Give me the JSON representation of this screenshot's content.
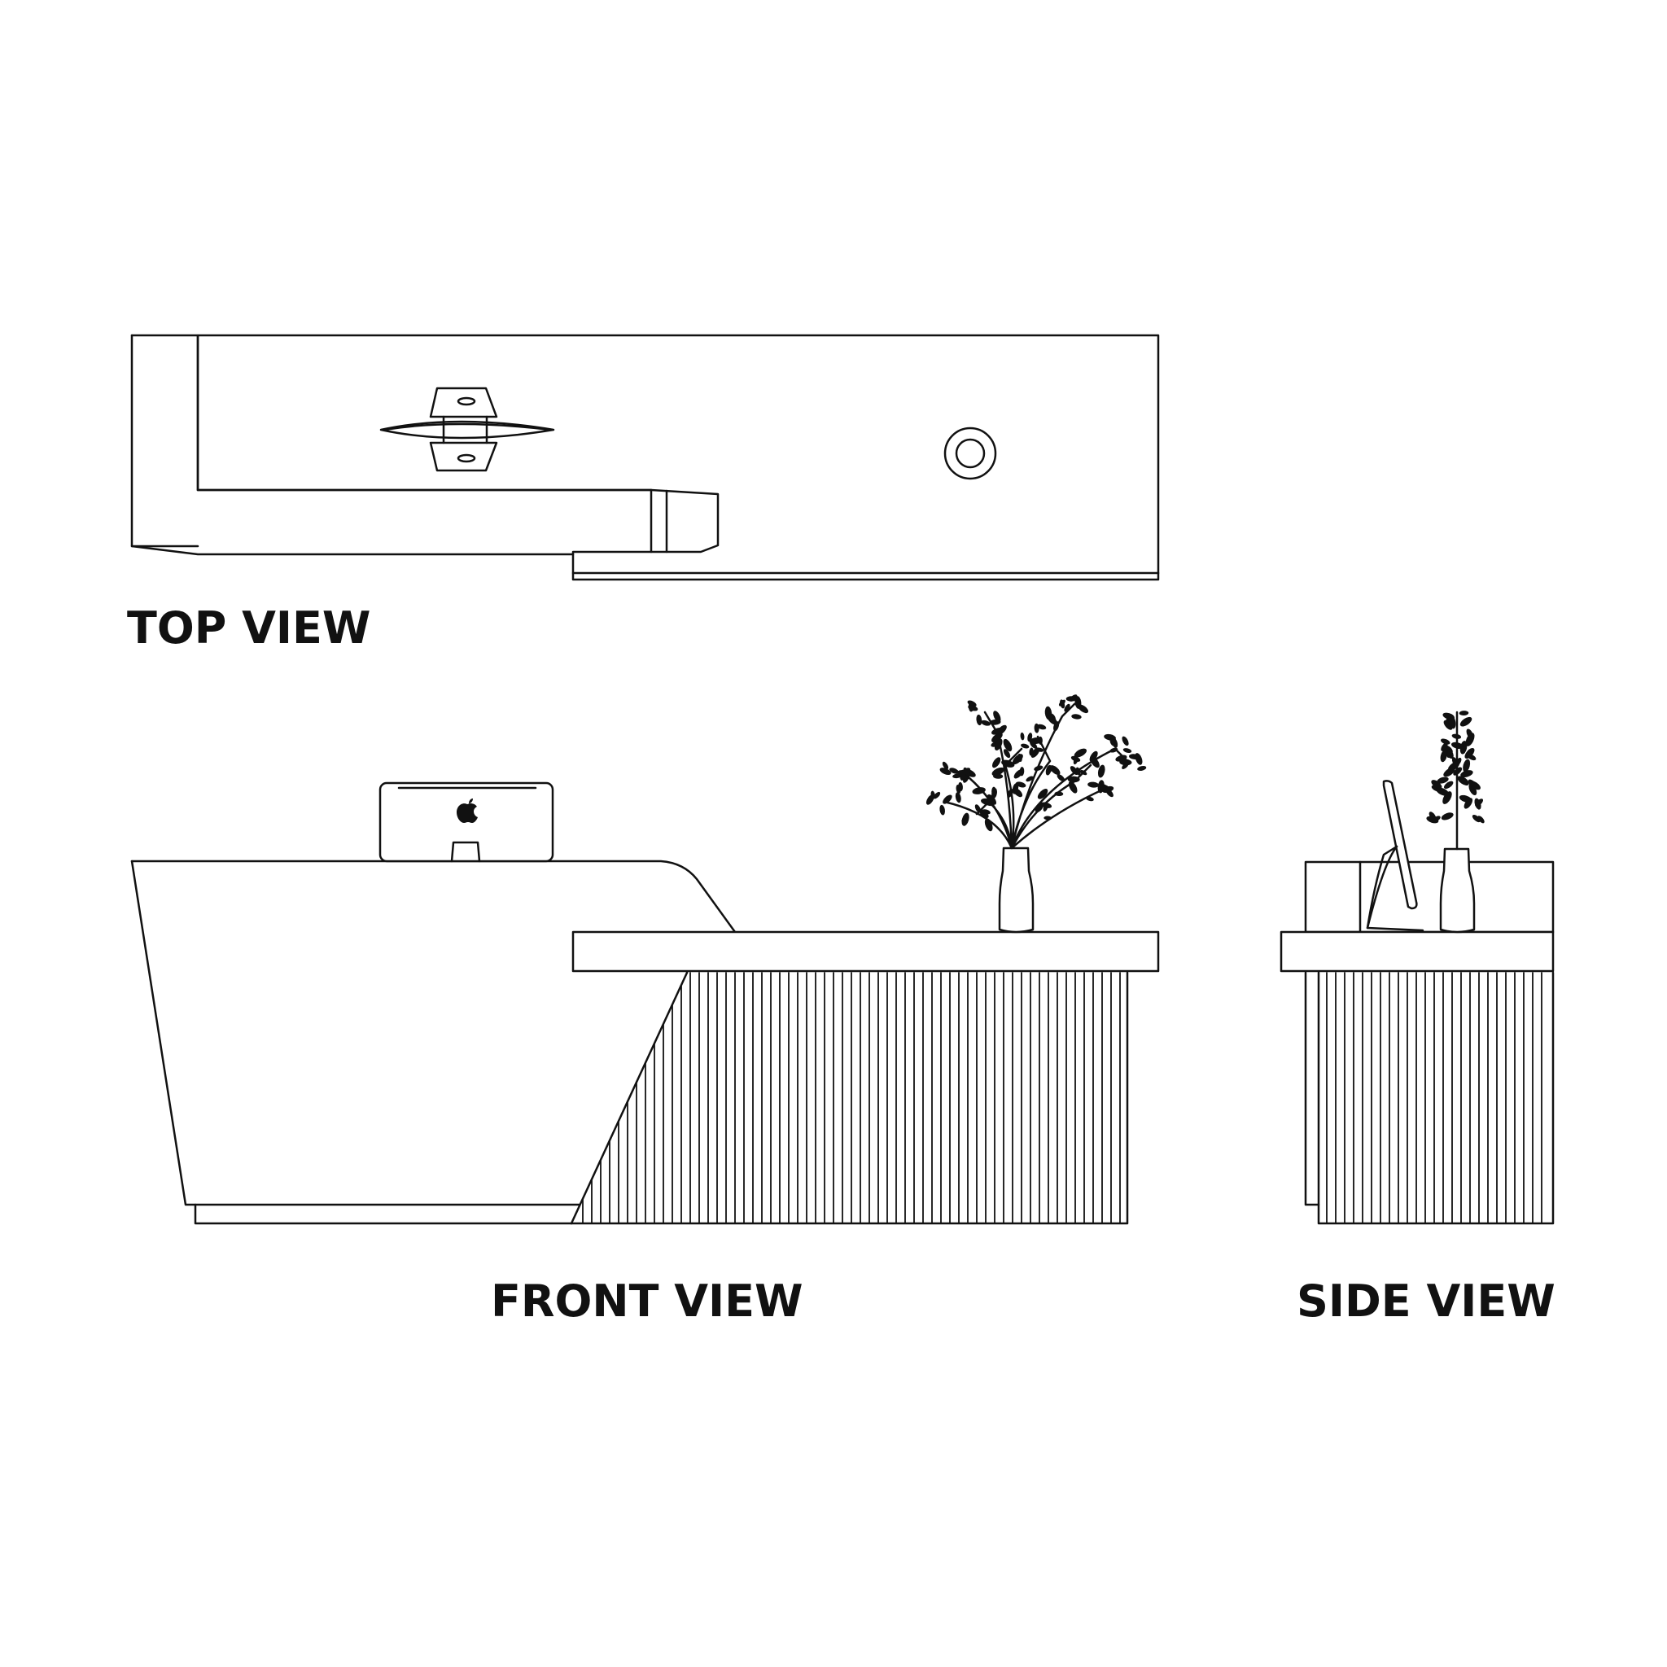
{
  "labels": {
    "top_view": "TOP VIEW",
    "front_view": "FRONT VIEW",
    "side_view": "SIDE VIEW"
  },
  "colors": {
    "line": "#111111",
    "background": "#ffffff"
  },
  "icons": {
    "monitor_logo": "apple-logo-icon"
  }
}
